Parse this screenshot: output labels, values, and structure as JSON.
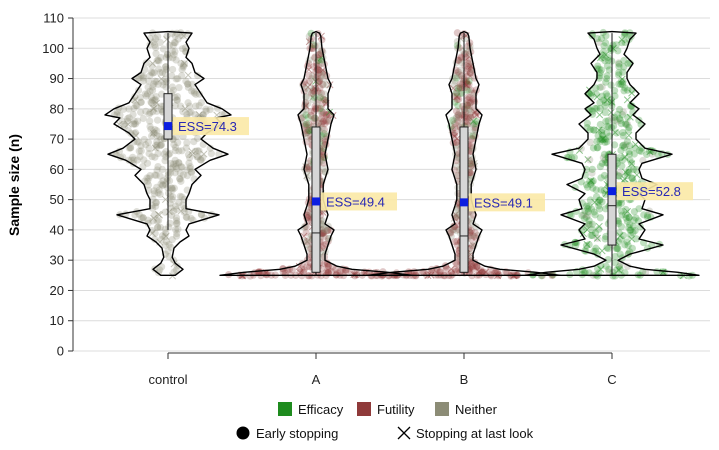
{
  "chart_data": {
    "type": "violin",
    "ylabel": "Sample size (n)",
    "ylim": [
      0,
      110
    ],
    "yticks": [
      0,
      10,
      20,
      30,
      40,
      50,
      60,
      70,
      80,
      90,
      100,
      110
    ],
    "categories": [
      "control",
      "A",
      "B",
      "C"
    ],
    "grid": true,
    "colors": {
      "Efficacy": "#1e8b1e",
      "Futility": "#8f3a3a",
      "Neither": "#8c8c76",
      "ess_box": "#fbe9a6",
      "ess_text": "#2828b4",
      "ess_marker": "#0b1ee0"
    },
    "groups": [
      {
        "name": "control",
        "ess": 74.3,
        "ess_label": "ESS=74.3",
        "box": {
          "q1": 70,
          "median": 75,
          "q3": 85,
          "whisker_low": 40,
          "whisker_high": 105
        },
        "dominant": "Neither",
        "violin": [
          [
            25,
            0.12
          ],
          [
            27,
            0.25
          ],
          [
            29,
            0.12
          ],
          [
            31,
            0.07
          ],
          [
            34,
            0.1
          ],
          [
            36,
            0.2
          ],
          [
            38,
            0.35
          ],
          [
            40,
            0.3
          ],
          [
            42,
            0.35
          ],
          [
            45,
            0.85
          ],
          [
            47,
            0.3
          ],
          [
            50,
            0.3
          ],
          [
            52,
            0.35
          ],
          [
            55,
            0.4
          ],
          [
            58,
            0.55
          ],
          [
            60,
            0.45
          ],
          [
            63,
            0.7
          ],
          [
            65,
            1.0
          ],
          [
            67,
            0.75
          ],
          [
            70,
            0.55
          ],
          [
            72,
            0.65
          ],
          [
            75,
            0.9
          ],
          [
            77,
            0.8
          ],
          [
            78,
            1.05
          ],
          [
            80,
            0.9
          ],
          [
            82,
            0.65
          ],
          [
            85,
            0.55
          ],
          [
            88,
            0.45
          ],
          [
            90,
            0.6
          ],
          [
            92,
            0.45
          ],
          [
            95,
            0.4
          ],
          [
            97,
            0.3
          ],
          [
            100,
            0.35
          ],
          [
            102,
            0.3
          ],
          [
            105,
            0.4
          ],
          [
            105.5,
            0
          ]
        ]
      },
      {
        "name": "A",
        "ess": 49.4,
        "ess_label": "ESS=49.4",
        "box": {
          "q1": 26,
          "median": 39,
          "q3": 74,
          "whisker_low": 25,
          "whisker_high": 105
        },
        "dominant": "Futility",
        "violin": [
          [
            25,
            1.6
          ],
          [
            26,
            1.2
          ],
          [
            27,
            0.6
          ],
          [
            28,
            0.35
          ],
          [
            30,
            0.15
          ],
          [
            32,
            0.15
          ],
          [
            35,
            0.2
          ],
          [
            38,
            0.25
          ],
          [
            40,
            0.3
          ],
          [
            42,
            0.15
          ],
          [
            45,
            0.2
          ],
          [
            48,
            0.15
          ],
          [
            50,
            0.12
          ],
          [
            55,
            0.12
          ],
          [
            60,
            0.2
          ],
          [
            65,
            0.15
          ],
          [
            70,
            0.2
          ],
          [
            75,
            0.25
          ],
          [
            78,
            0.3
          ],
          [
            80,
            0.2
          ],
          [
            85,
            0.2
          ],
          [
            88,
            0.25
          ],
          [
            90,
            0.2
          ],
          [
            95,
            0.15
          ],
          [
            100,
            0.1
          ],
          [
            104,
            0.08
          ],
          [
            105,
            0.06
          ],
          [
            105.5,
            0
          ]
        ]
      },
      {
        "name": "B",
        "ess": 49.1,
        "ess_label": "ESS=49.1",
        "box": {
          "q1": 26,
          "median": 38,
          "q3": 74,
          "whisker_low": 25,
          "whisker_high": 105
        },
        "dominant": "Futility",
        "violin": [
          [
            25,
            1.6
          ],
          [
            26,
            1.2
          ],
          [
            27,
            0.6
          ],
          [
            28,
            0.35
          ],
          [
            30,
            0.15
          ],
          [
            32,
            0.15
          ],
          [
            35,
            0.2
          ],
          [
            38,
            0.25
          ],
          [
            40,
            0.3
          ],
          [
            42,
            0.15
          ],
          [
            45,
            0.2
          ],
          [
            48,
            0.15
          ],
          [
            50,
            0.12
          ],
          [
            55,
            0.12
          ],
          [
            60,
            0.2
          ],
          [
            65,
            0.15
          ],
          [
            70,
            0.2
          ],
          [
            75,
            0.25
          ],
          [
            78,
            0.3
          ],
          [
            80,
            0.2
          ],
          [
            85,
            0.2
          ],
          [
            88,
            0.25
          ],
          [
            90,
            0.2
          ],
          [
            95,
            0.15
          ],
          [
            100,
            0.1
          ],
          [
            104,
            0.08
          ],
          [
            105,
            0.06
          ],
          [
            105.5,
            0
          ]
        ]
      },
      {
        "name": "C",
        "ess": 52.8,
        "ess_label": "ESS=52.8",
        "box": {
          "q1": 35,
          "median": 48,
          "q3": 65,
          "whisker_low": 25,
          "whisker_high": 105
        },
        "dominant": "Efficacy",
        "violin": [
          [
            25,
            1.45
          ],
          [
            26,
            1.1
          ],
          [
            27,
            0.55
          ],
          [
            28,
            0.3
          ],
          [
            30,
            0.1
          ],
          [
            32,
            0.3
          ],
          [
            35,
            0.85
          ],
          [
            37,
            0.45
          ],
          [
            40,
            0.55
          ],
          [
            42,
            0.45
          ],
          [
            45,
            0.85
          ],
          [
            47,
            0.5
          ],
          [
            50,
            0.55
          ],
          [
            52,
            0.45
          ],
          [
            55,
            0.75
          ],
          [
            57,
            0.5
          ],
          [
            60,
            0.45
          ],
          [
            62,
            0.5
          ],
          [
            65,
            1.0
          ],
          [
            67,
            0.55
          ],
          [
            70,
            0.4
          ],
          [
            72,
            0.4
          ],
          [
            75,
            0.55
          ],
          [
            78,
            0.35
          ],
          [
            80,
            0.45
          ],
          [
            82,
            0.3
          ],
          [
            85,
            0.45
          ],
          [
            88,
            0.3
          ],
          [
            90,
            0.25
          ],
          [
            92,
            0.25
          ],
          [
            95,
            0.35
          ],
          [
            98,
            0.2
          ],
          [
            100,
            0.25
          ],
          [
            103,
            0.3
          ],
          [
            105,
            0.4
          ],
          [
            105.5,
            0
          ]
        ]
      }
    ],
    "legend": {
      "fill_items": [
        {
          "label": "Efficacy"
        },
        {
          "label": "Futility"
        },
        {
          "label": "Neither"
        }
      ],
      "shape_items": [
        {
          "label": "Early stopping",
          "shape": "circle"
        },
        {
          "label": "Stopping at last look",
          "shape": "cross"
        }
      ],
      "placement": "bottom"
    }
  }
}
